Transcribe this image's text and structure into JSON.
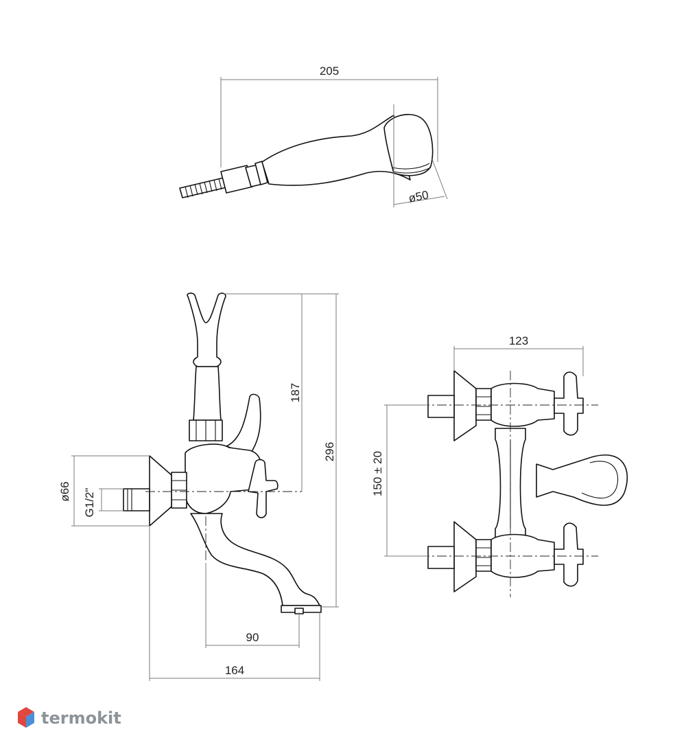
{
  "dimensions": {
    "handshower_length": "205",
    "handshower_head_diameter": "ø50",
    "fork_to_axis_height": "187",
    "total_height": "296",
    "flange_diameter": "ø66",
    "thread": "G1/2\"",
    "spout_reach": "90",
    "total_depth": "164",
    "center_width": "123",
    "inlet_spacing": "150 ± 20"
  },
  "watermark": {
    "brand": "termokit",
    "brand_color": "#8c9399",
    "icon_colors": [
      "#e0473f",
      "#4a90d9"
    ]
  }
}
